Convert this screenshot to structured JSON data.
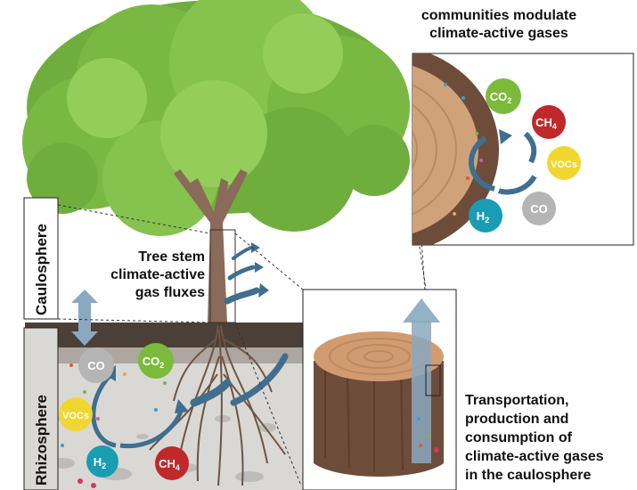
{
  "figure": {
    "top_title_line1": "communities modulate",
    "top_title_line2": "climate-active gases",
    "stem_label_line1": "Tree stem",
    "stem_label_line2": "climate-active",
    "stem_label_line3": "gas fluxes",
    "caulosphere_label": "Caulosphere",
    "rhizosphere_label": "Rhizosphere",
    "transport_line1": "Transportation,",
    "transport_line2": "production and",
    "transport_line3": "consumption of",
    "transport_line4": "climate-active gases",
    "transport_line5": "in the caulosphere"
  },
  "gases": {
    "co2": "CO",
    "co2_sub": "2",
    "ch4": "CH",
    "ch4_sub": "4",
    "vocs": "VOCs",
    "h2": "H",
    "h2_sub": "2",
    "co": "CO"
  },
  "colors": {
    "co2": "#7cba3b",
    "ch4": "#c0282a",
    "vocs": "#f2d630",
    "h2": "#1a9cb3",
    "co": "#b5b5b5",
    "arrow": "#3f6e8f",
    "soil_dark": "#4a4038",
    "soil_light": "#d9d8d4",
    "foliage": "#7ab844"
  }
}
